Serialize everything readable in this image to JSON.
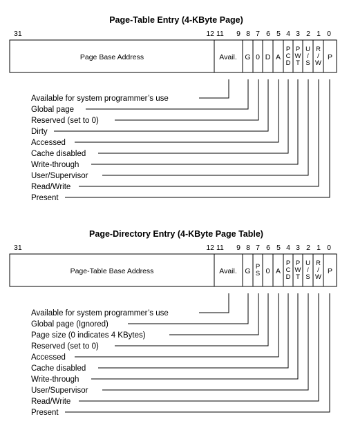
{
  "diagrams": [
    {
      "title": "Page-Table Entry (4-KByte Page)",
      "bit_numbers": [
        {
          "label": "31"
        },
        {
          "label": "12"
        },
        {
          "label": "11"
        },
        {
          "label": "9"
        },
        {
          "label": "8"
        },
        {
          "label": "7"
        },
        {
          "label": "6"
        },
        {
          "label": "5"
        },
        {
          "label": "4"
        },
        {
          "label": "3"
        },
        {
          "label": "2"
        },
        {
          "label": "1"
        },
        {
          "label": "0"
        }
      ],
      "fields": [
        {
          "label": "Page Base Address"
        },
        {
          "label": "Avail."
        },
        {
          "label": "G"
        },
        {
          "label": "0"
        },
        {
          "label": "D"
        },
        {
          "label": "A"
        },
        {
          "label": "PCD"
        },
        {
          "label": "PWT"
        },
        {
          "label": "U/S"
        },
        {
          "label": "R/W"
        },
        {
          "label": "P"
        }
      ],
      "descriptions": [
        {
          "text": "Available for system programmer’s use"
        },
        {
          "text": "Global page"
        },
        {
          "text": "Reserved (set to 0)"
        },
        {
          "text": "Dirty"
        },
        {
          "text": "Accessed"
        },
        {
          "text": "Cache disabled"
        },
        {
          "text": "Write-through"
        },
        {
          "text": "User/Supervisor"
        },
        {
          "text": "Read/Write"
        },
        {
          "text": "Present"
        }
      ]
    },
    {
      "title": "Page-Directory Entry (4-KByte Page Table)",
      "bit_numbers": [
        {
          "label": "31"
        },
        {
          "label": "12"
        },
        {
          "label": "11"
        },
        {
          "label": "9"
        },
        {
          "label": "8"
        },
        {
          "label": "7"
        },
        {
          "label": "6"
        },
        {
          "label": "5"
        },
        {
          "label": "4"
        },
        {
          "label": "3"
        },
        {
          "label": "2"
        },
        {
          "label": "1"
        },
        {
          "label": "0"
        }
      ],
      "fields": [
        {
          "label": "Page-Table Base Address"
        },
        {
          "label": "Avail."
        },
        {
          "label": "G"
        },
        {
          "label": "PS"
        },
        {
          "label": "0"
        },
        {
          "label": "A"
        },
        {
          "label": "PCD"
        },
        {
          "label": "PWT"
        },
        {
          "label": "U/S"
        },
        {
          "label": "R/W"
        },
        {
          "label": "P"
        }
      ],
      "descriptions": [
        {
          "text": "Available for system programmer’s use"
        },
        {
          "text": "Global page (Ignored)"
        },
        {
          "text": "Page size (0 indicates 4 KBytes)"
        },
        {
          "text": "Reserved (set to 0)"
        },
        {
          "text": "Accessed"
        },
        {
          "text": "Cache disabled"
        },
        {
          "text": "Write-through"
        },
        {
          "text": "User/Supervisor"
        },
        {
          "text": "Read/Write"
        },
        {
          "text": "Present"
        }
      ]
    }
  ]
}
